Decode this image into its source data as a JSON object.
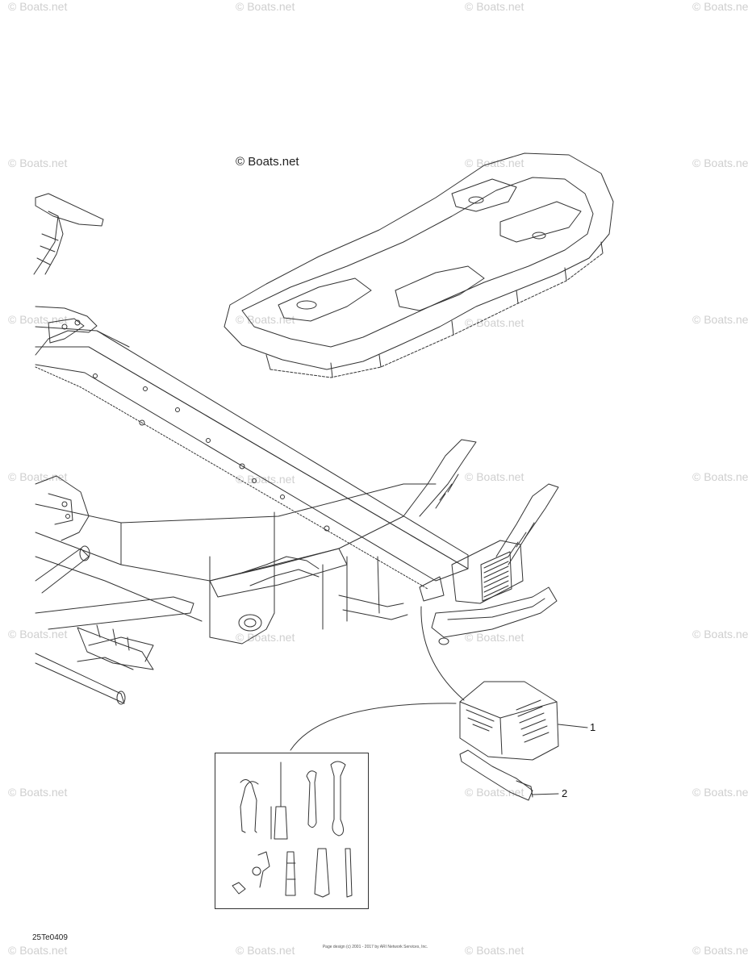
{
  "watermark": "© Boats.net",
  "copyright_label": "© Boats.net",
  "callouts": {
    "item_1": "1",
    "item_2": "2"
  },
  "drawing_ref": "25Te0409",
  "footer": {
    "line1": "Page design (c) 2001 - 2017 by ARI Network Services, Inc."
  },
  "colors": {
    "line": "#333333",
    "watermark": "#cfcfcf"
  }
}
